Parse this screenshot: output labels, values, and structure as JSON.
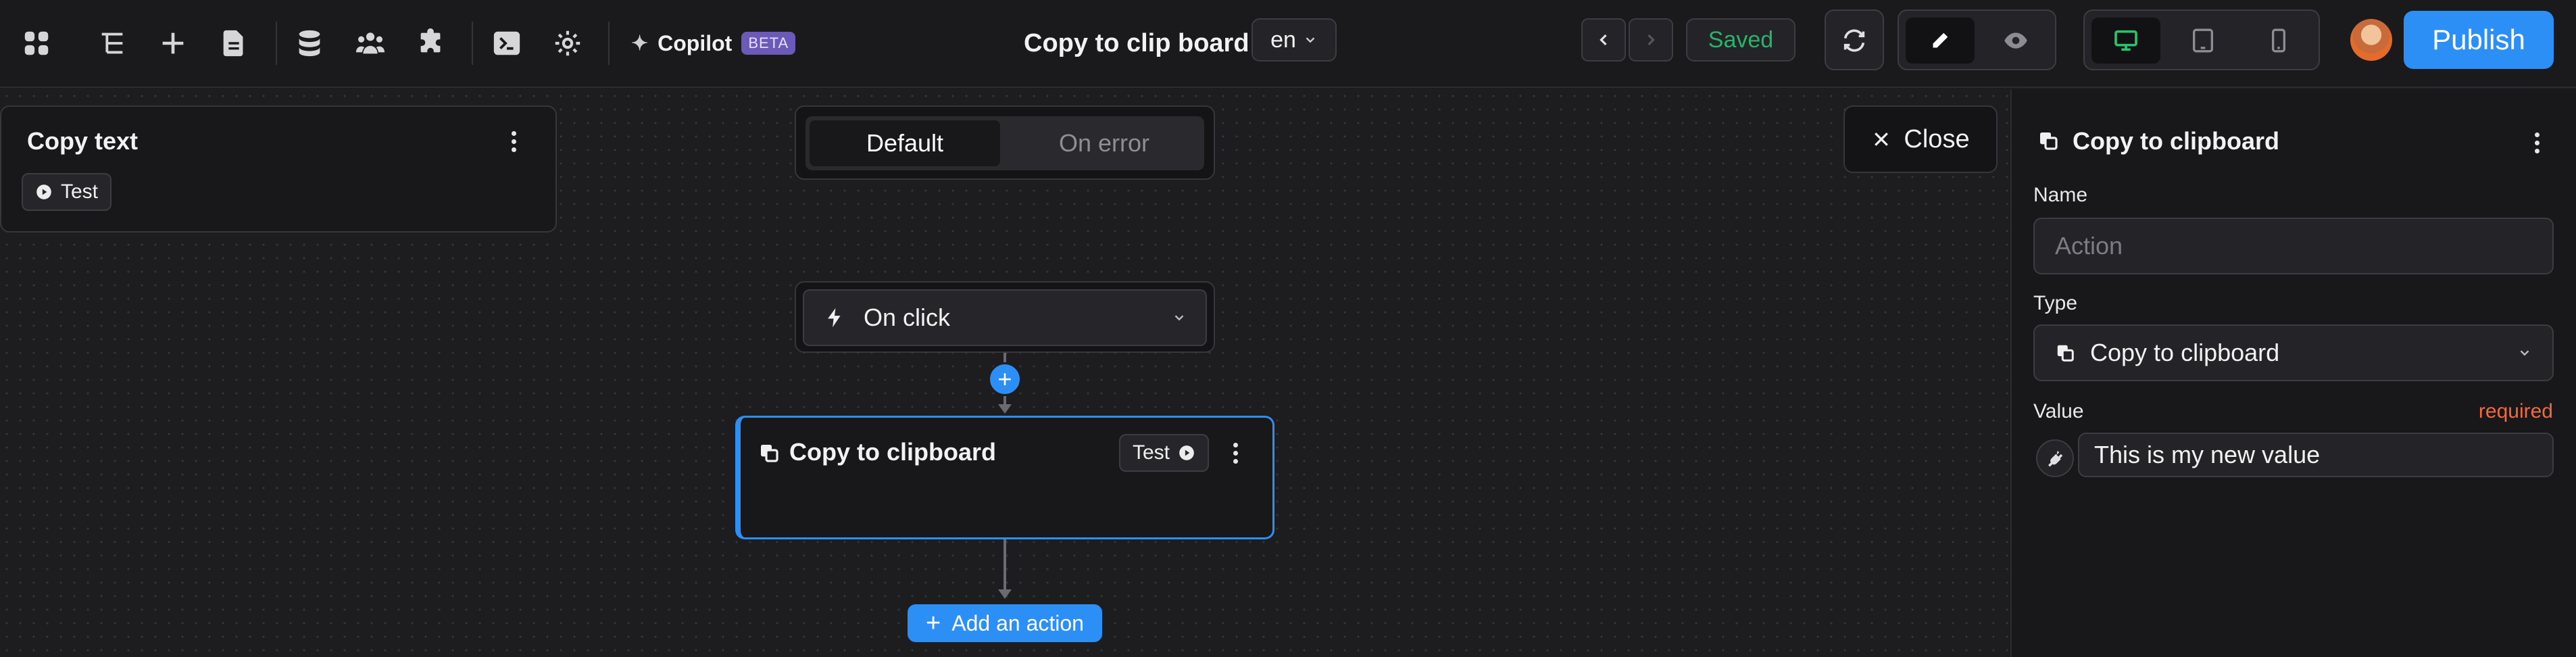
{
  "toolbar": {
    "icons": [
      "apps-grid-icon",
      "layers-tree-icon",
      "plus-icon",
      "page-icon",
      "database-icon",
      "users-icon",
      "puzzle-icon",
      "terminal-icon",
      "gear-icon"
    ],
    "copilot_label": "Copilot",
    "copilot_badge": "BETA",
    "page_title": "Copy to clip board",
    "language": "en",
    "saved_label": "Saved",
    "publish_label": "Publish",
    "mode": "edit",
    "device": "desktop"
  },
  "colors": {
    "accent": "#2b8ff6",
    "saved": "#27b36a",
    "required": "#f26a3c",
    "beta": "#6b5ab8"
  },
  "workflow_card": {
    "title": "Copy text",
    "test_label": "Test"
  },
  "branch_tabs": {
    "default_label": "Default",
    "error_label": "On error",
    "selected": "Default"
  },
  "trigger": {
    "label": "On click"
  },
  "action_node": {
    "title": "Copy to clipboard",
    "test_label": "Test"
  },
  "add_action_label": "Add an action",
  "close_label": "Close",
  "panel": {
    "title": "Copy to clipboard",
    "name_label": "Name",
    "name_placeholder": "Action",
    "type_label": "Type",
    "type_value": "Copy to clipboard",
    "value_label": "Value",
    "required_label": "required",
    "value_text": "This is my new value"
  }
}
